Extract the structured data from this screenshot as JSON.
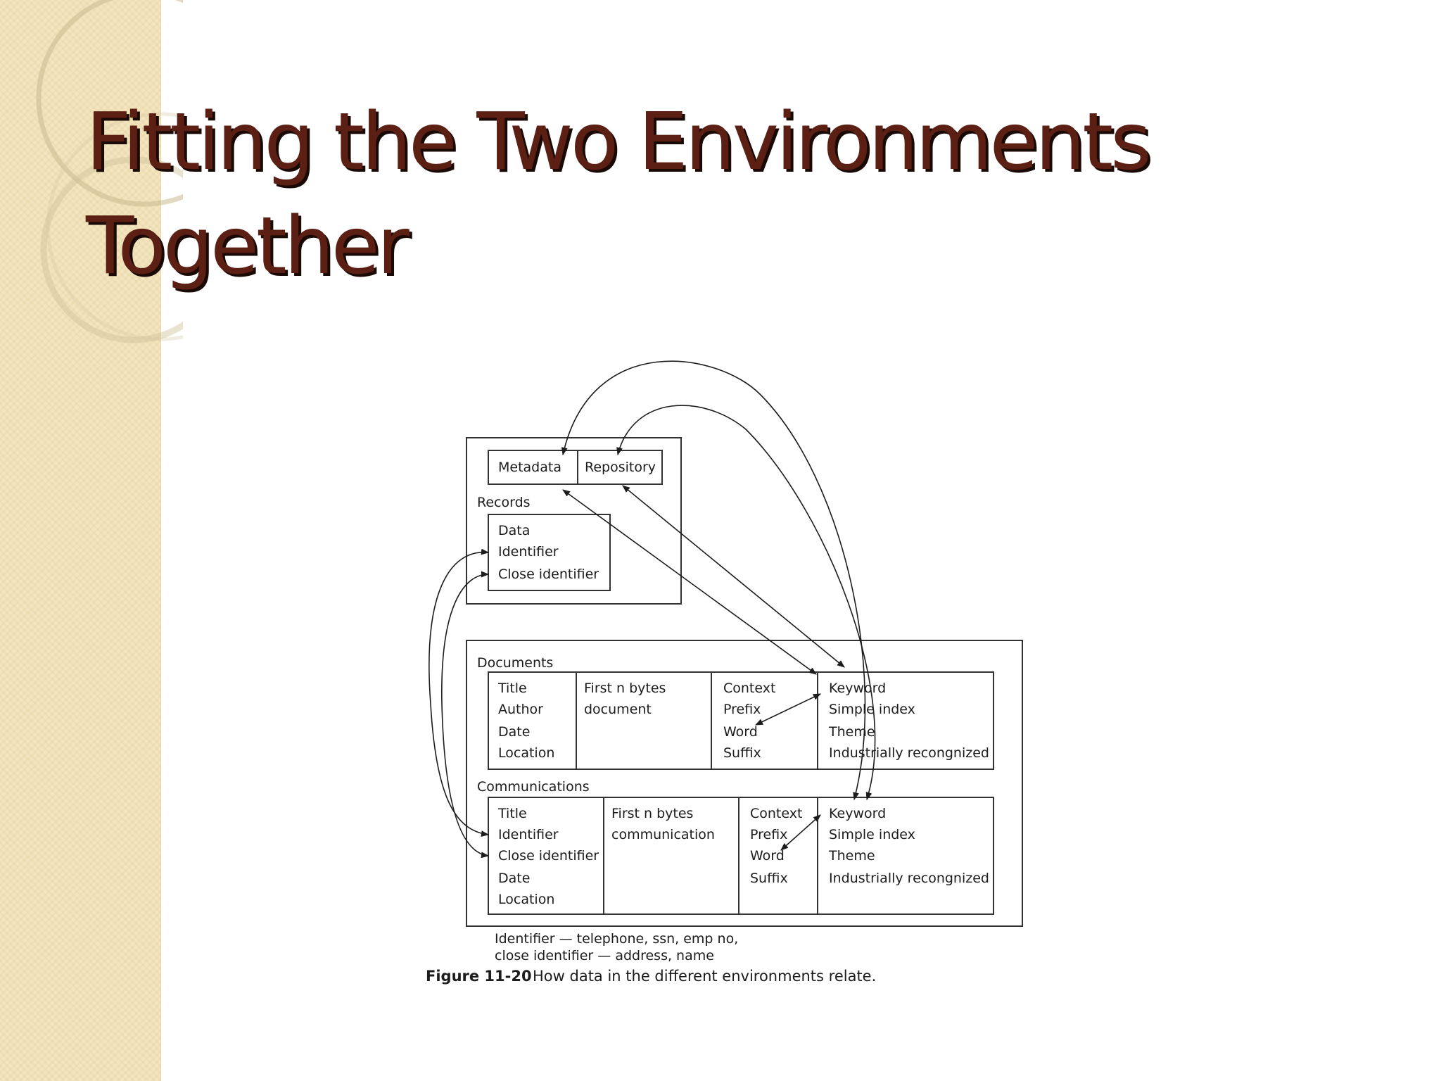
{
  "slide": {
    "title": "Fitting the Two Environments Together"
  },
  "figure": {
    "records_box": {
      "top_cells": [
        "Metadata",
        "Repository"
      ],
      "section_label": "Records",
      "items": [
        "Data",
        "Identifier",
        "Close identifier"
      ]
    },
    "documents": {
      "section_label": "Documents",
      "col1": [
        "Title",
        "Author",
        "Date",
        "Location"
      ],
      "col2": [
        "First n bytes",
        "document"
      ],
      "col3": [
        "Context",
        "Prefix",
        "Word",
        "Suffix"
      ],
      "col4": [
        "Keyword",
        "Simple index",
        "Theme",
        "Industrially recongnized"
      ]
    },
    "communications": {
      "section_label": "Communications",
      "col1": [
        "Title",
        "Identifier",
        "Close identifier",
        "Date",
        "Location"
      ],
      "col2": [
        "First n bytes",
        "communication"
      ],
      "col3": [
        "Context",
        "Prefix",
        "Word",
        "Suffix"
      ],
      "col4": [
        "Keyword",
        "Simple index",
        "Theme",
        "Industrially recongnized"
      ]
    },
    "notes": [
      "Identifier — telephone, ssn, emp no,",
      "close identifier — address, name"
    ],
    "caption": {
      "number": "Figure 11-20",
      "text": "How data in the different environments relate."
    }
  }
}
